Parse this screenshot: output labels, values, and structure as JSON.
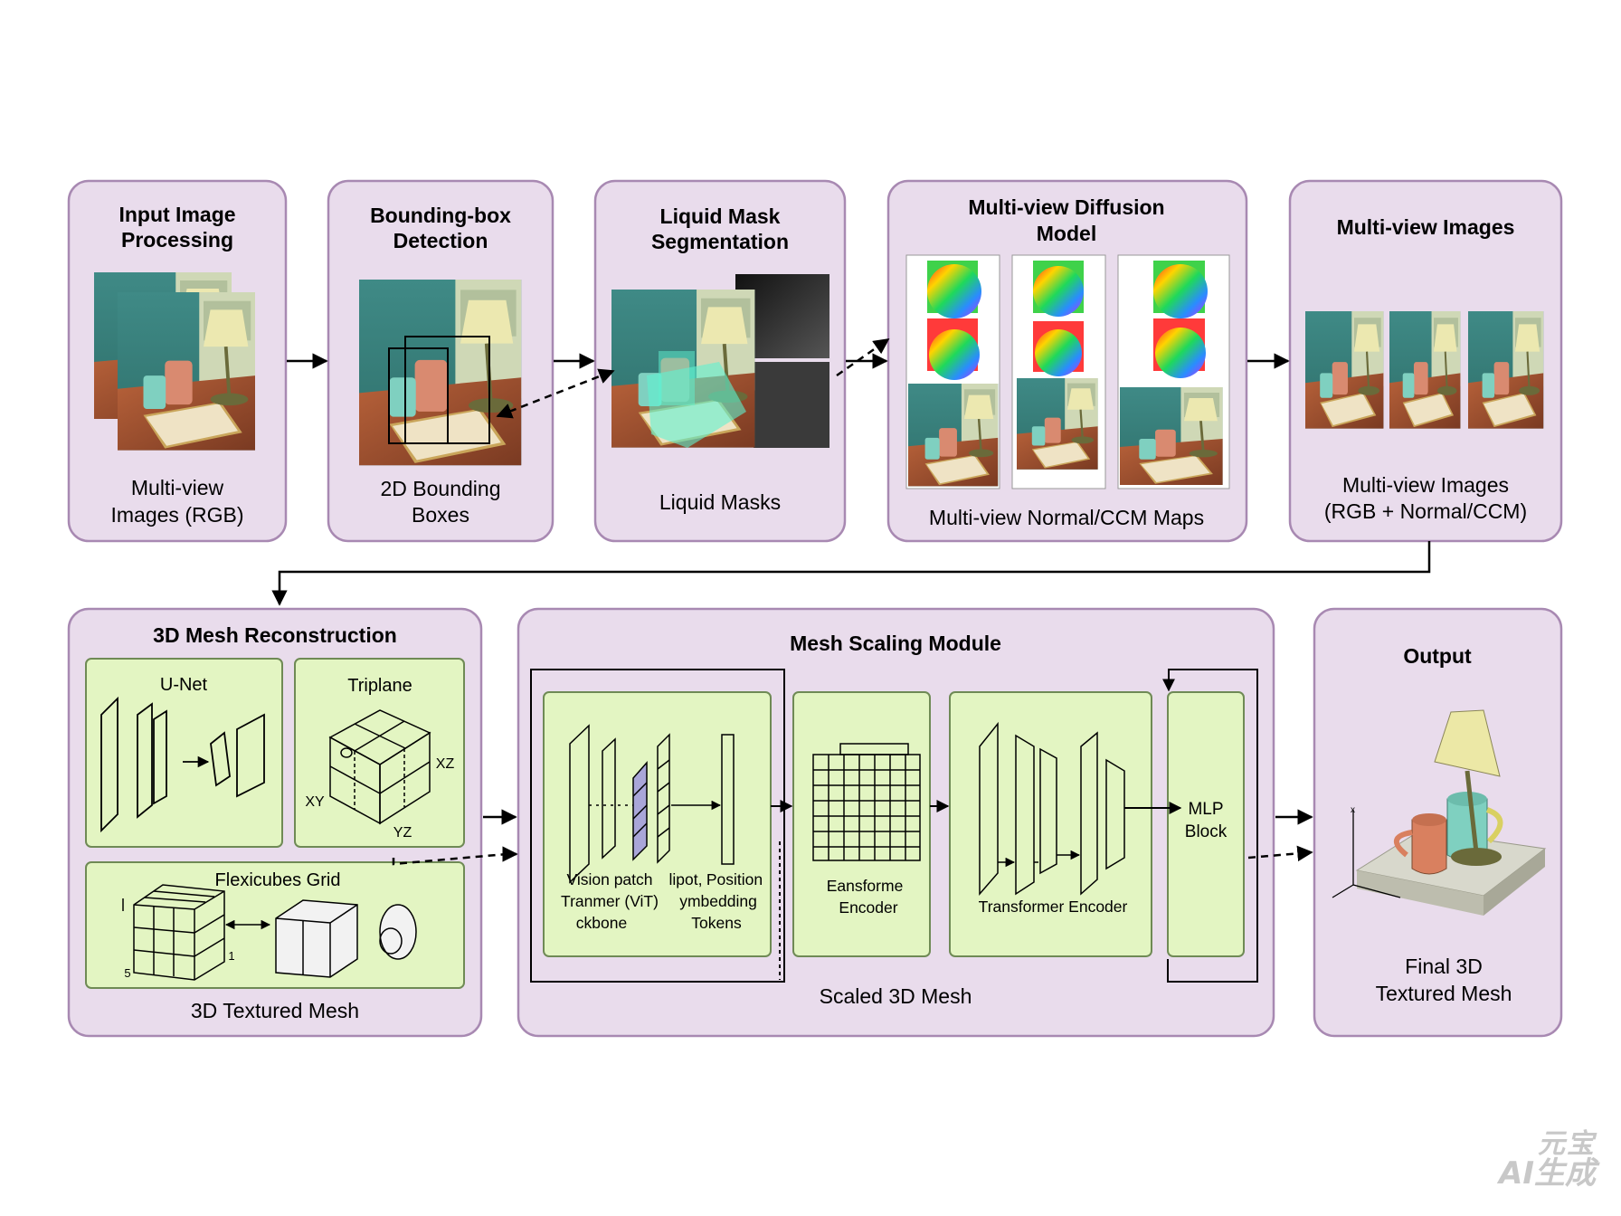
{
  "colors": {
    "stage_fill": "#e9dcec",
    "stage_border": "#a889b2",
    "module_fill": "#e3f5c2",
    "module_border": "#6f8a55",
    "arrow": "#000000"
  },
  "stages": {
    "input": {
      "title_line1": "Input Image",
      "title_line2": "Processing",
      "caption_line1": "Multi-view",
      "caption_line2": "Images (RGB)"
    },
    "bbox": {
      "title_line1": "Bounding-box",
      "title_line2": "Detection",
      "caption_line1": "2D Bounding",
      "caption_line2": "Boxes"
    },
    "liquid": {
      "title_line1": "Liquid Mask",
      "title_line2": "Segmentation",
      "caption": "Liquid Masks"
    },
    "diffusion": {
      "title_line1": "Multi-view Diffusion",
      "title_line2": "Model",
      "caption": "Multi-view Normal/CCM Maps"
    },
    "multiview": {
      "title": "Multi-view Images",
      "caption_line1": "Multi-view Images",
      "caption_line2": "(RGB + Normal/CCM)"
    }
  },
  "reconstruction": {
    "title": "3D Mesh Reconstruction",
    "unet": {
      "title": "U-Net"
    },
    "triplane": {
      "title": "Triplane",
      "label_xz": "XZ",
      "label_xy": "XY",
      "label_yz": "YZ"
    },
    "flexicubes": {
      "title": "Flexicubes Grid",
      "label_5": "5",
      "label_1": "1"
    },
    "caption": "3D Textured Mesh"
  },
  "scaling": {
    "title": "Mesh Scaling Module",
    "vit": {
      "line1_left": "Vision patch",
      "line1_mid": "lipot,",
      "line1_right": "Position",
      "line2_left": "Tranmer (ViT)",
      "line2_right": "ymbedding",
      "line3_left": "ckbone",
      "line3_right": "Tokens"
    },
    "eansforme": {
      "line1": "Eansforme",
      "line2": "Encoder"
    },
    "transformer": {
      "label": "Transformer Encoder"
    },
    "mlp": {
      "line1": "MLP",
      "line2": "Block"
    },
    "caption": "Scaled 3D Mesh"
  },
  "output": {
    "title": "Output",
    "axis_label": "x",
    "caption_line1": "Final 3D",
    "caption_line2": "Textured Mesh"
  },
  "watermark": {
    "line1": "元宝",
    "line2": "AI生成"
  }
}
